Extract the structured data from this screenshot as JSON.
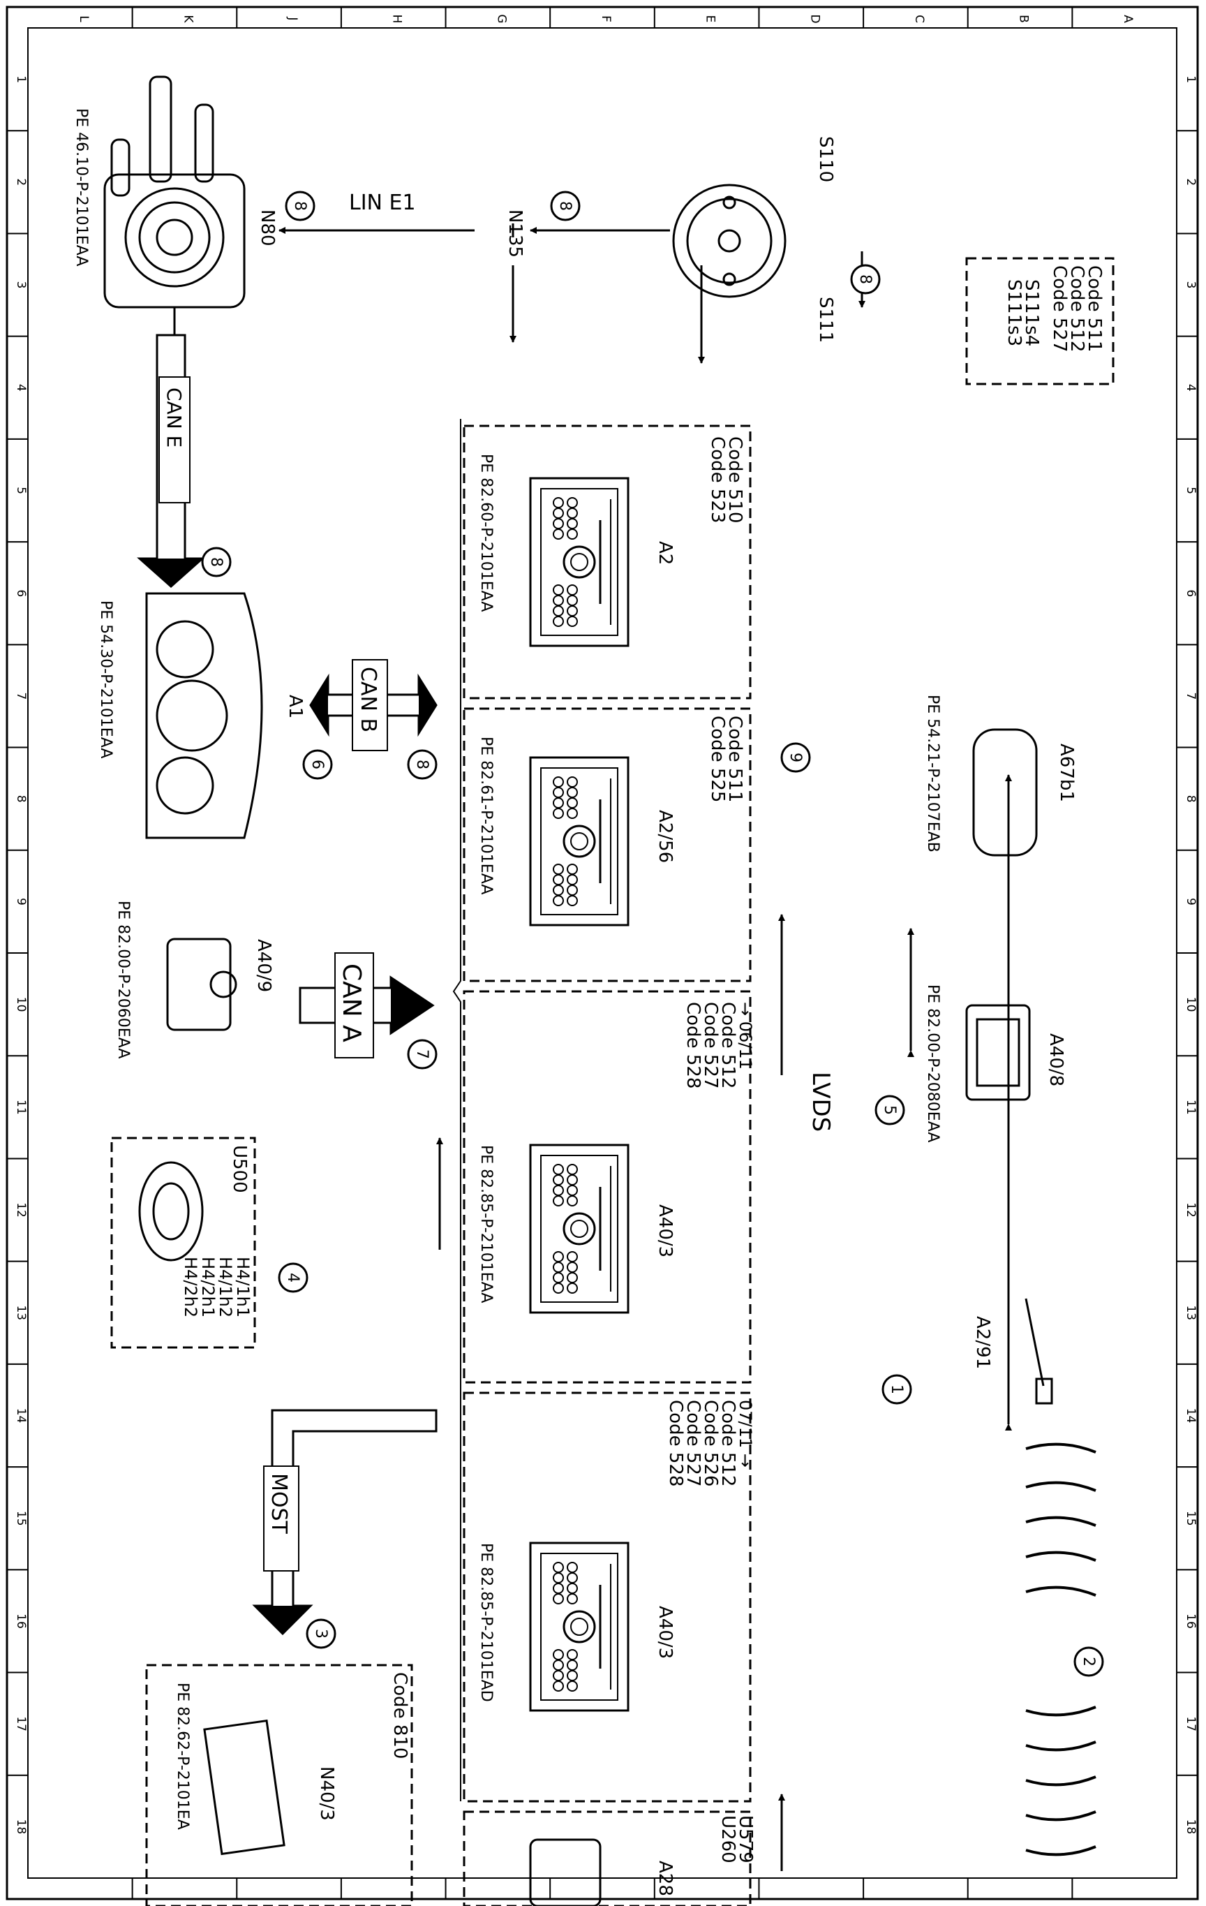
{
  "frame": {
    "row_letters": [
      "L",
      "K",
      "J",
      "H",
      "G",
      "F",
      "E",
      "D",
      "C",
      "B",
      "A"
    ],
    "col_numbers": [
      "1",
      "2",
      "3",
      "4",
      "5",
      "6",
      "7",
      "8",
      "9",
      "10",
      "11",
      "12",
      "13",
      "14",
      "15",
      "16",
      "17",
      "18"
    ]
  },
  "components": {
    "n80": {
      "label": "N80",
      "ref": "PE 46.10-P-2101EAA"
    },
    "n135": {
      "label": "N135"
    },
    "s110": {
      "label": "S110"
    },
    "s111": {
      "label": "S111"
    },
    "s111s4_box": {
      "codes": [
        "Code 511",
        "Code 512",
        "Code 527"
      ],
      "labels": [
        "S111s4",
        "S111s3"
      ]
    },
    "a1": {
      "label": "A1",
      "ref": "PE 54.30-P-2101EAA"
    },
    "a40_9": {
      "label": "A40/9",
      "ref": "PE 82.00-P-2060EAA"
    },
    "u500_box": {
      "title": "U500",
      "labels": [
        "H4/1h1",
        "H4/1h2",
        "H4/2h1",
        "H4/2h2"
      ]
    },
    "a2_box": {
      "codes": [
        "Code 510",
        "Code 523"
      ],
      "label": "A2",
      "ref": "PE 82.60-P-2101EAA"
    },
    "a2_56_box": {
      "codes": [
        "Code 511",
        "Code 525"
      ],
      "label": "A2/56",
      "ref": "PE 82.61-P-2101EAA"
    },
    "a40_3_box_1": {
      "date": "→ 06/11",
      "codes": [
        "Code 512",
        "Code 527",
        "Code 528"
      ],
      "label": "A40/3",
      "ref": "PE 82.85-P-2101EAA"
    },
    "a40_3_box_2": {
      "date": "07/11 →",
      "codes": [
        "Code 512",
        "Code 526",
        "Code 527",
        "Code 528"
      ],
      "label": "A40/3",
      "ref": "PE 82.85-P-2101EAD"
    },
    "a67b1": {
      "label": "A67b1",
      "ref": "PE 54.21-P-2107EAB"
    },
    "a40_8": {
      "label": "A40/8",
      "ref": "PE 82.00-P-2080EAA"
    },
    "a2_91": {
      "label": "A2/91"
    },
    "n40_3_box": {
      "code": "Code 810",
      "label": "N40/3",
      "ref": "PE 82.62-P-2101EA"
    },
    "u579_box": {
      "titles": [
        "U579",
        "U260"
      ],
      "label": "A28"
    }
  },
  "buses": {
    "lin": "LIN E1",
    "can_e": "CAN E",
    "can_b": "CAN B",
    "can_a": "CAN A",
    "most": "MOST",
    "lvds": "LVDS"
  },
  "markers": {
    "m1": "1",
    "m2": "2",
    "m3": "3",
    "m4": "4",
    "m5": "5",
    "m6": "6",
    "m7": "7",
    "m8": "8",
    "m9": "9"
  }
}
